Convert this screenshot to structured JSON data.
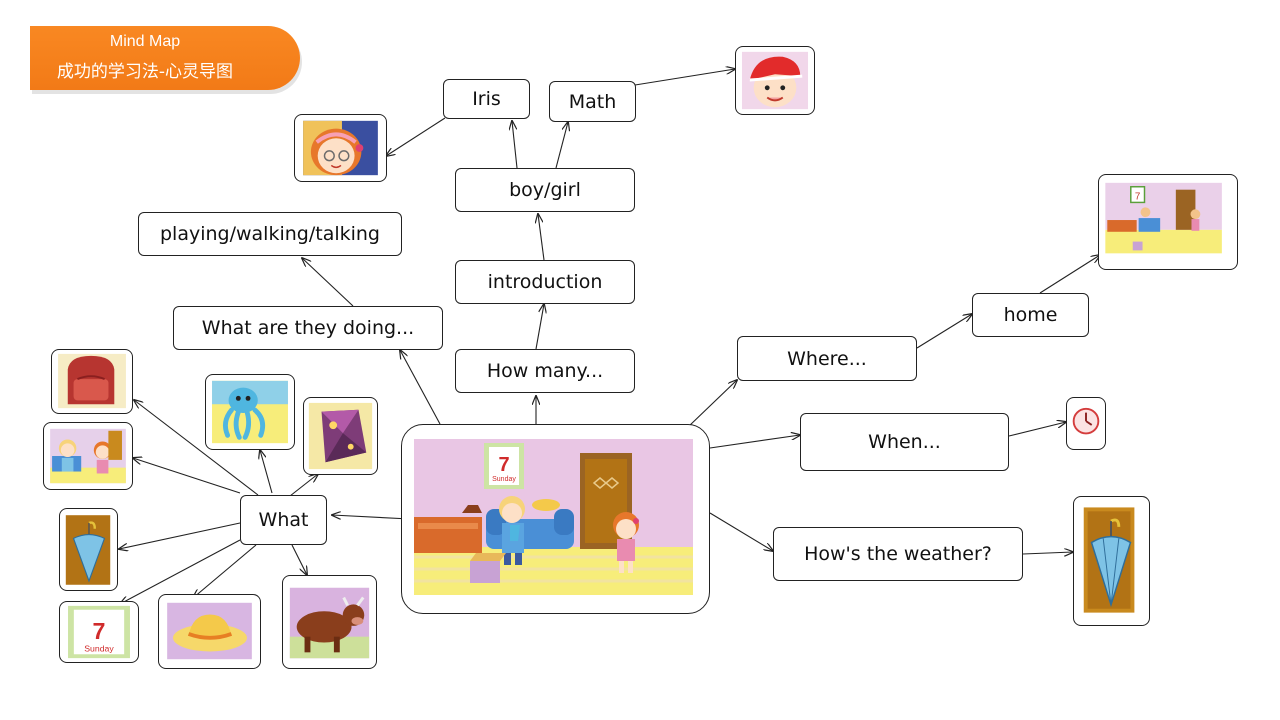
{
  "banner": {
    "title": "Mind Map",
    "subtitle": "成功的学习法-心灵导图"
  },
  "nodes": {
    "iris": "Iris",
    "math": "Math",
    "boy_girl": "boy/girl",
    "introduction": "introduction",
    "how_many": "How many...",
    "playing": "playing/walking/talking",
    "what_doing": "What are they doing...",
    "what": "What",
    "where": "Where...",
    "home": "home",
    "when": "When...",
    "weather": "How's the weather?"
  },
  "pictures": {
    "calendar_day": "7",
    "calendar_weekday": "Sunday",
    "center_calendar_day": "7",
    "center_calendar_weekday": "Sunday",
    "home_calendar_day": "7"
  },
  "colors": {
    "banner_orange": "#f5821f",
    "room_wall": "#e9c6e4",
    "floor_yellow": "#f7ed7a",
    "door_brown": "#8a5a1e"
  },
  "icons": [
    "girl-face-icon",
    "boy-face-icon",
    "backpack-icon",
    "children-icon",
    "umbrella-icon",
    "calendar-icon",
    "hat-icon",
    "cow-icon",
    "octopus-icon",
    "kite-icon",
    "room-scene-icon",
    "clock-icon"
  ]
}
